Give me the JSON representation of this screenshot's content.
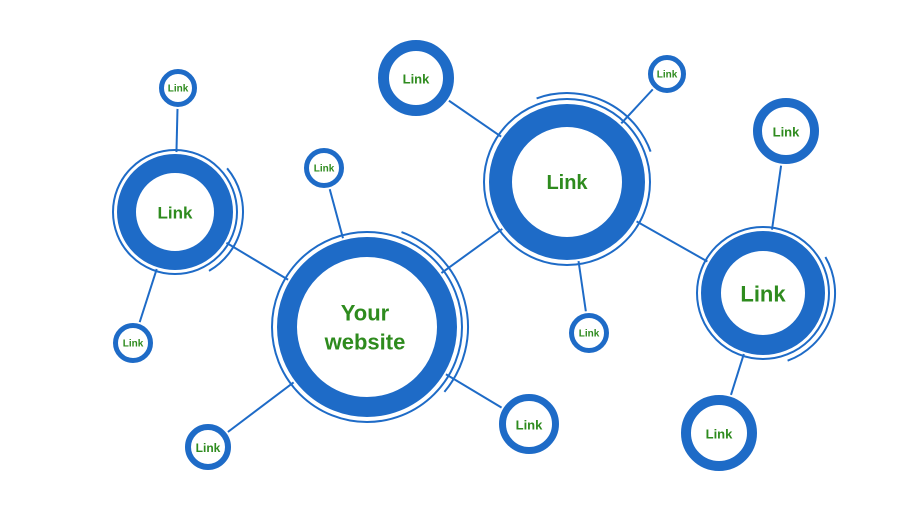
{
  "colors": {
    "ring": "#1e6bc7",
    "line": "#1e6bc7",
    "text": "#2e8b1e",
    "fill": "#ffffff"
  },
  "hub": {
    "lines": [
      "Your",
      "website"
    ]
  },
  "nodes": [
    {
      "id": "a",
      "label": "Link",
      "level": "main"
    },
    {
      "id": "b",
      "label": "Link",
      "level": "main"
    },
    {
      "id": "c",
      "label": "Link",
      "level": "main"
    },
    {
      "id": "a1",
      "label": "Link",
      "level": "leaf"
    },
    {
      "id": "a2",
      "label": "Link",
      "level": "leaf"
    },
    {
      "id": "h1",
      "label": "Link",
      "level": "leaf"
    },
    {
      "id": "h2",
      "label": "Link",
      "level": "leaf"
    },
    {
      "id": "h3",
      "label": "Link",
      "level": "leaf"
    },
    {
      "id": "b1",
      "label": "Link",
      "level": "leaf"
    },
    {
      "id": "b2",
      "label": "Link",
      "level": "leaf"
    },
    {
      "id": "b3",
      "label": "Link",
      "level": "leaf"
    },
    {
      "id": "c1",
      "label": "Link",
      "level": "leaf"
    },
    {
      "id": "c2",
      "label": "Link",
      "level": "leaf"
    }
  ],
  "edges": [
    [
      "hub",
      "a"
    ],
    [
      "hub",
      "b"
    ],
    [
      "b",
      "c"
    ],
    [
      "a",
      "a1"
    ],
    [
      "a",
      "a2"
    ],
    [
      "hub",
      "h1"
    ],
    [
      "hub",
      "h2"
    ],
    [
      "hub",
      "h3"
    ],
    [
      "b",
      "b1"
    ],
    [
      "b",
      "b2"
    ],
    [
      "b",
      "b3"
    ],
    [
      "c",
      "c1"
    ],
    [
      "c",
      "c2"
    ]
  ]
}
